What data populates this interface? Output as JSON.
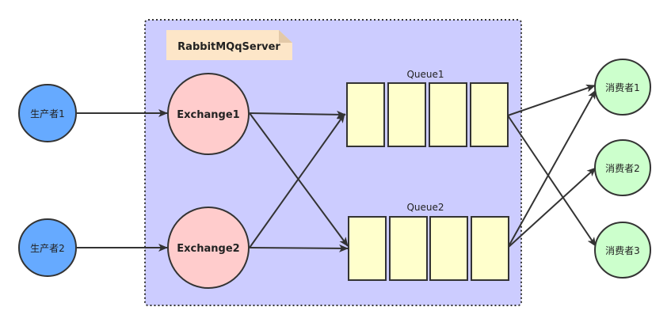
{
  "colors": {
    "server_bg": "#ccccff",
    "server_border": "#333333",
    "note_fill": "#fde6c8",
    "note_fold": "#e3c9a8",
    "producer_fill": "#66aaff",
    "exchange_fill": "#ffcccc",
    "queue_fill": "#ffffcc",
    "consumer_fill": "#ccffcc",
    "stroke": "#333333",
    "arrow": "#333333"
  },
  "server": {
    "label": "RabbitMQqServer"
  },
  "producers": [
    {
      "label": "生产者1"
    },
    {
      "label": "生产者2"
    }
  ],
  "exchanges": [
    {
      "label": "Exchange1"
    },
    {
      "label": "Exchange2"
    }
  ],
  "queues": [
    {
      "label": "Queue1"
    },
    {
      "label": "Queue2"
    }
  ],
  "consumers": [
    {
      "label": "消费者1"
    },
    {
      "label": "消费者2"
    },
    {
      "label": "消费者3"
    }
  ]
}
